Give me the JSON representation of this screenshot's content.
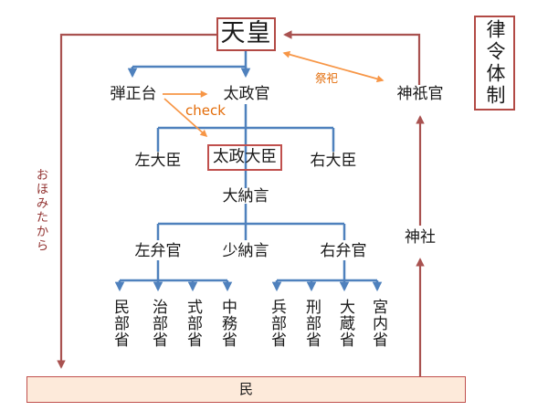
{
  "title": {
    "label": "律令体制"
  },
  "colors": {
    "hierarchy_line_blue": "#4F81BD",
    "ritual_line_red": "#A95250",
    "box_border_red": "#B24A45",
    "inner_box_border_red": "#C0504D",
    "check_arrow_orange": "#F79646",
    "orange_text": "#E36C09",
    "dark_red_text": "#943634",
    "min_box_fill": "#FDEADA"
  },
  "nodes": {
    "tenno": "天皇",
    "danjodai": "弾正台",
    "daijokan": "太政官",
    "sadaijin": "左大臣",
    "daijodaijin": "太政大臣",
    "udaijin": "右大臣",
    "dainagon": "大納言",
    "sabenkan": "左弁官",
    "shonagon": "少納言",
    "ubenkan": "右弁官",
    "jingikan": "神祇官",
    "jinja": "神社",
    "min": "民"
  },
  "ministries": {
    "left": [
      {
        "label": "民部省"
      },
      {
        "label": "治部省"
      },
      {
        "label": "式部省"
      },
      {
        "label": "中務省"
      }
    ],
    "right": [
      {
        "label": "兵部省"
      },
      {
        "label": "刑部省"
      },
      {
        "label": "大蔵省"
      },
      {
        "label": "宮内省"
      }
    ]
  },
  "annotations": {
    "check": "check",
    "saishi": "祭祀",
    "ohomitakara": "おほみたから"
  }
}
